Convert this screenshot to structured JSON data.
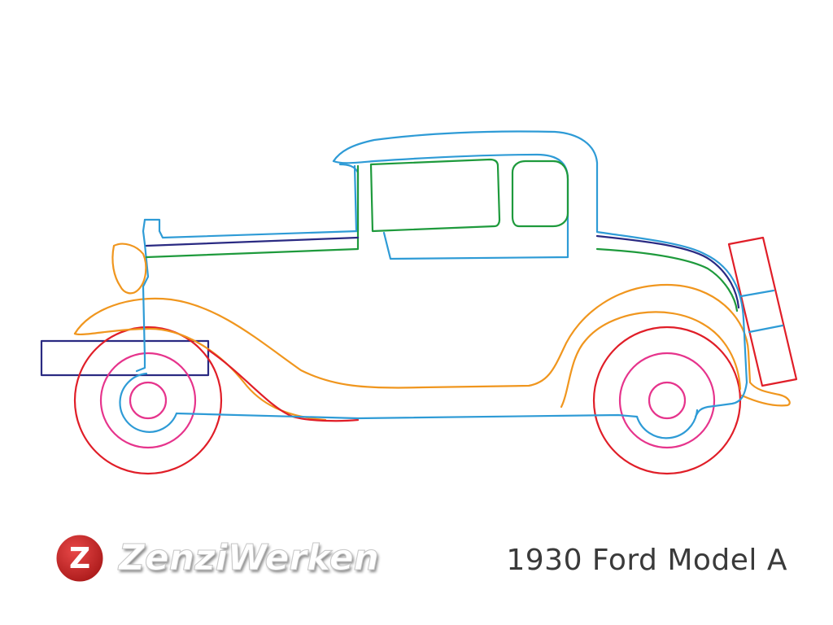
{
  "brand": {
    "badge_letter": "Z",
    "wordmark": "ZenziWerken"
  },
  "caption": "1930 Ford Model A",
  "colors": {
    "blue": "#2e9bd6",
    "orange": "#f0961e",
    "red": "#e01e28",
    "pink": "#e6348c",
    "green": "#1e9a3c",
    "navy": "#2a2a82",
    "badge_red": "#d42a2a"
  }
}
